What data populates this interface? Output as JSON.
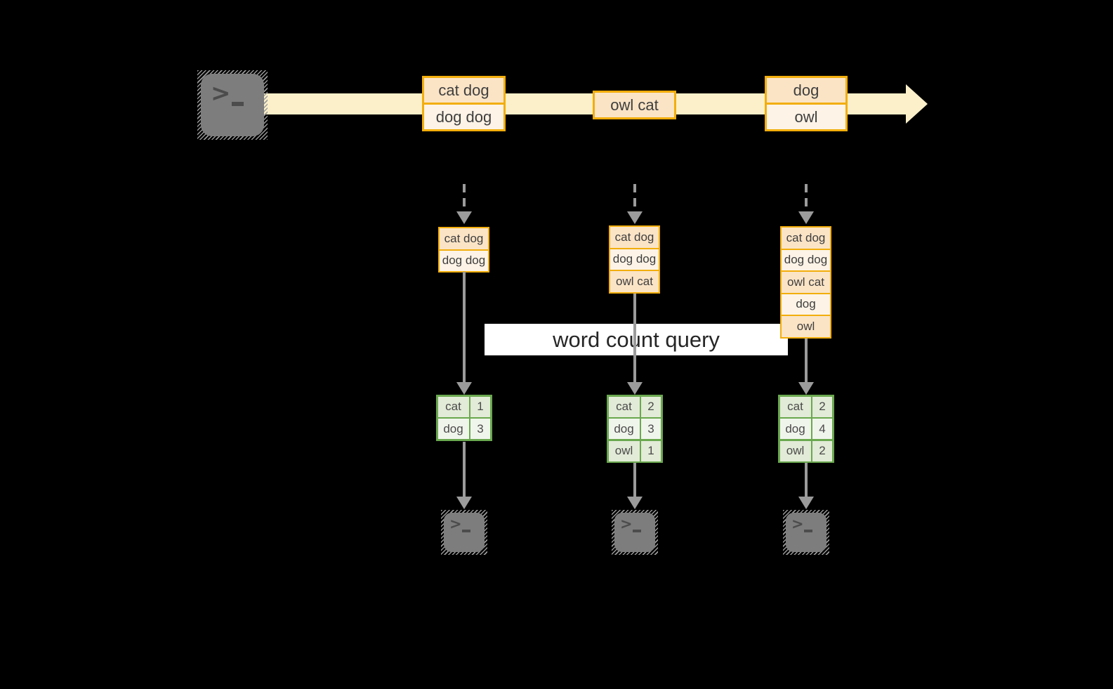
{
  "query_label": "word count query",
  "icons": {
    "terminal_prompt": ">"
  },
  "stream_events": [
    {
      "rows": [
        "cat dog",
        "dog dog"
      ]
    },
    {
      "rows": [
        "owl cat"
      ]
    },
    {
      "rows": [
        "dog",
        "owl"
      ]
    }
  ],
  "tasks": [
    {
      "buffer": [
        "cat dog",
        "dog dog"
      ],
      "counts": [
        {
          "word": "cat",
          "count": "1"
        },
        {
          "word": "dog",
          "count": "3"
        }
      ]
    },
    {
      "buffer": [
        "cat dog",
        "dog dog",
        "owl cat"
      ],
      "counts": [
        {
          "word": "cat",
          "count": "2"
        },
        {
          "word": "dog",
          "count": "3"
        },
        {
          "word": "owl",
          "count": "1"
        }
      ]
    },
    {
      "buffer": [
        "cat dog",
        "dog dog",
        "owl cat",
        "dog",
        "owl"
      ],
      "counts": [
        {
          "word": "cat",
          "count": "2"
        },
        {
          "word": "dog",
          "count": "4"
        },
        {
          "word": "owl",
          "count": "2"
        }
      ]
    }
  ],
  "colors": {
    "background": "#000000",
    "stream_band": "#fbf0ca",
    "orange_border": "#f2ae0c",
    "orange_fill_dark": "#fbe4c6",
    "orange_fill_light": "#fdf3e6",
    "green_border": "#6aa84f",
    "green_fill_dark": "#e2ebd7",
    "green_fill_light": "#f0f5ec",
    "arrow_gray": "#9b9b9b",
    "terminal_gray": "#7d7d7d",
    "label_background": "#ffffff"
  }
}
